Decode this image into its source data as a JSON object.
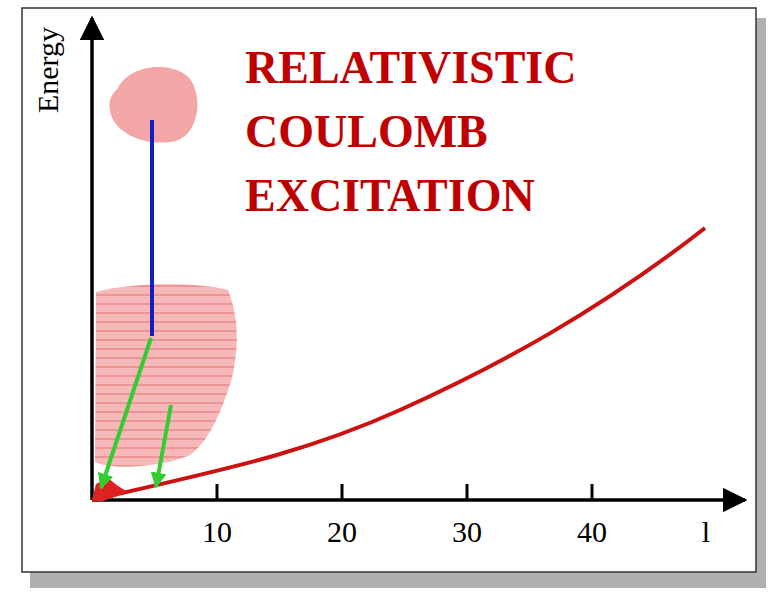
{
  "diagram": {
    "title": "RELATIVISTIC COULOMB EXCITATION",
    "labels": [
      "Energy",
      "10",
      "20",
      "30",
      "40",
      "l"
    ]
  }
}
